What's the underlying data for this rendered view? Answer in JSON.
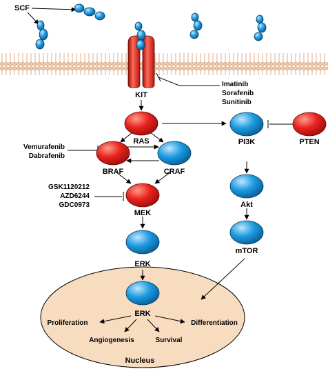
{
  "colors": {
    "red": "#e8231f",
    "blue": "#1c9be0",
    "nucleus_fill": "#f8dcc0",
    "membrane_head": "#f2c9a6"
  },
  "labels": {
    "scf": "SCF",
    "kit": "KIT",
    "ras": "RAS",
    "braf": "BRAF",
    "craf": "CRAF",
    "mek": "MEK",
    "erk_cytoplasm": "ERK",
    "erk_nucleus": "ERK",
    "pi3k": "PI3K",
    "pten": "PTEN",
    "akt": "Akt",
    "mtor": "mTOR",
    "nucleus": "Nucleus"
  },
  "outcomes": {
    "proliferation": "Proliferation",
    "angiogenesis": "Angiogenesis",
    "survival": "Survival",
    "differentiation": "Differentiation"
  },
  "drugs": {
    "kit_inhibitors": [
      "Imatinib",
      "Sorafenib",
      "Sunitinib"
    ],
    "braf_inhibitors": [
      "Vemurafenib",
      "Dabrafenib"
    ],
    "mek_inhibitors": [
      "GSK1120212",
      "AZD6244",
      "GDC0973"
    ]
  }
}
